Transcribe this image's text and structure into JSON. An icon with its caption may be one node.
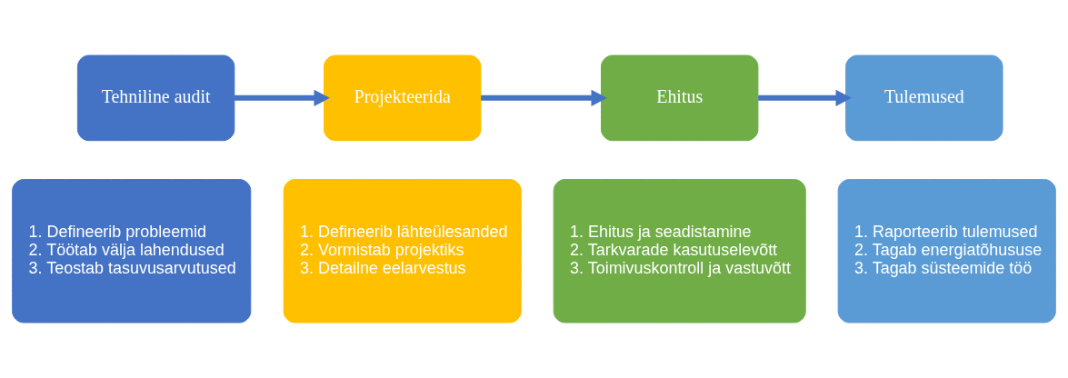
{
  "diagram": {
    "nodes": [
      {
        "text": [
          "Tehniline audit"
        ]
      },
      {
        "text": [
          "Projekteerida"
        ]
      },
      {
        "text": [
          "Ehitus"
        ]
      },
      {
        "text": [
          "Tulemused"
        ]
      },
      {
        "text": [
          "1. Defineerib probleemid",
          "2. Töötab välja lahendused",
          "3. Teostab tasuvusarvutused"
        ]
      },
      {
        "text": [
          "1. Defineerib lähteülesanded",
          "2. Vormistab projektiks",
          "3. Detailne eelarvestus"
        ]
      },
      {
        "text": [
          "1. Ehitus ja seadistamine",
          "2. Tarkvarade kasutuselevõtt",
          "3. Toimivuskontroll ja vastuvõtt"
        ]
      },
      {
        "text": [
          "1. Raporteerib tulemused",
          "2. Tagab energiatõhususe",
          "3. Tagab süsteemide töö"
        ]
      }
    ],
    "edges": [
      {
        "from": 0,
        "to": 1,
        "arrow": "to"
      },
      {
        "from": 1,
        "to": 2,
        "arrow": "to"
      },
      {
        "from": 2,
        "to": 3,
        "arrow": "to"
      }
    ]
  }
}
